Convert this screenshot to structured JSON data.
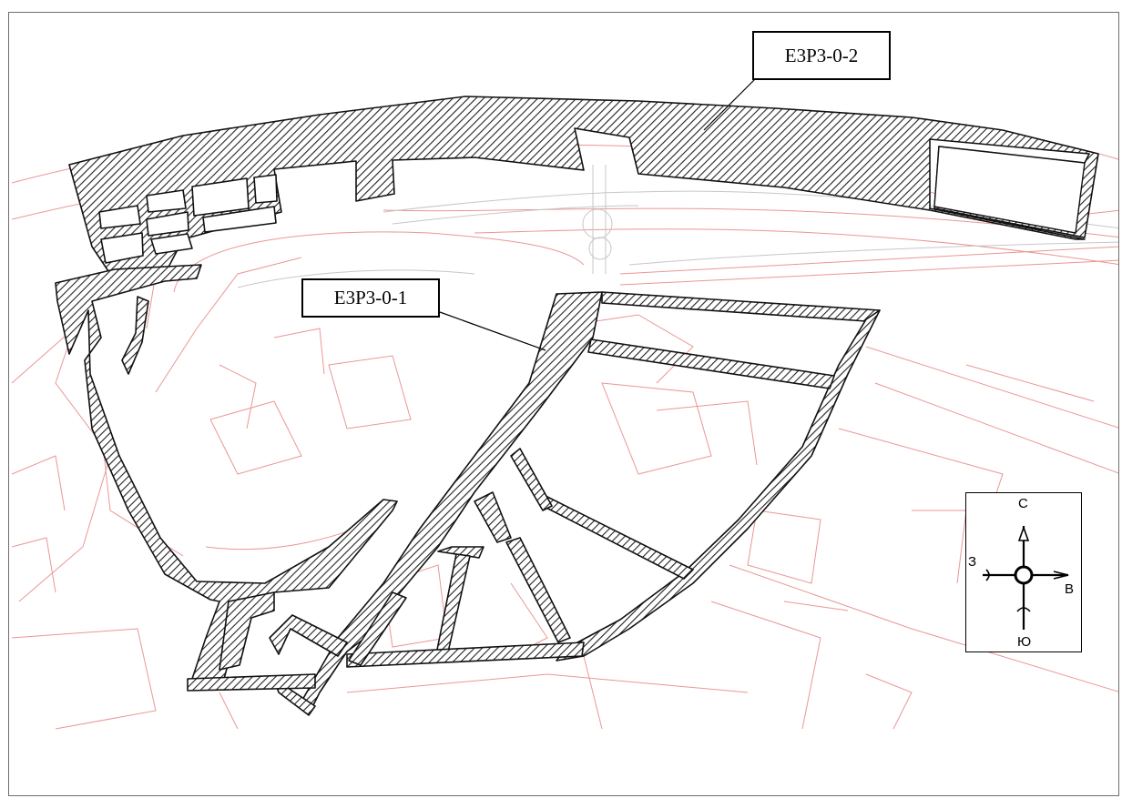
{
  "labels": {
    "zone_2": "Е3Р3-0-2",
    "zone_1": "Е3Р3-0-1"
  },
  "compass": {
    "north": "С",
    "west": "З",
    "east": "В",
    "south": "Ю"
  },
  "colors": {
    "base_lines": "#d9413f",
    "hatch": "#222222",
    "frame": "#6e6e6e"
  },
  "icons": {
    "compass": "compass-rose-icon"
  }
}
